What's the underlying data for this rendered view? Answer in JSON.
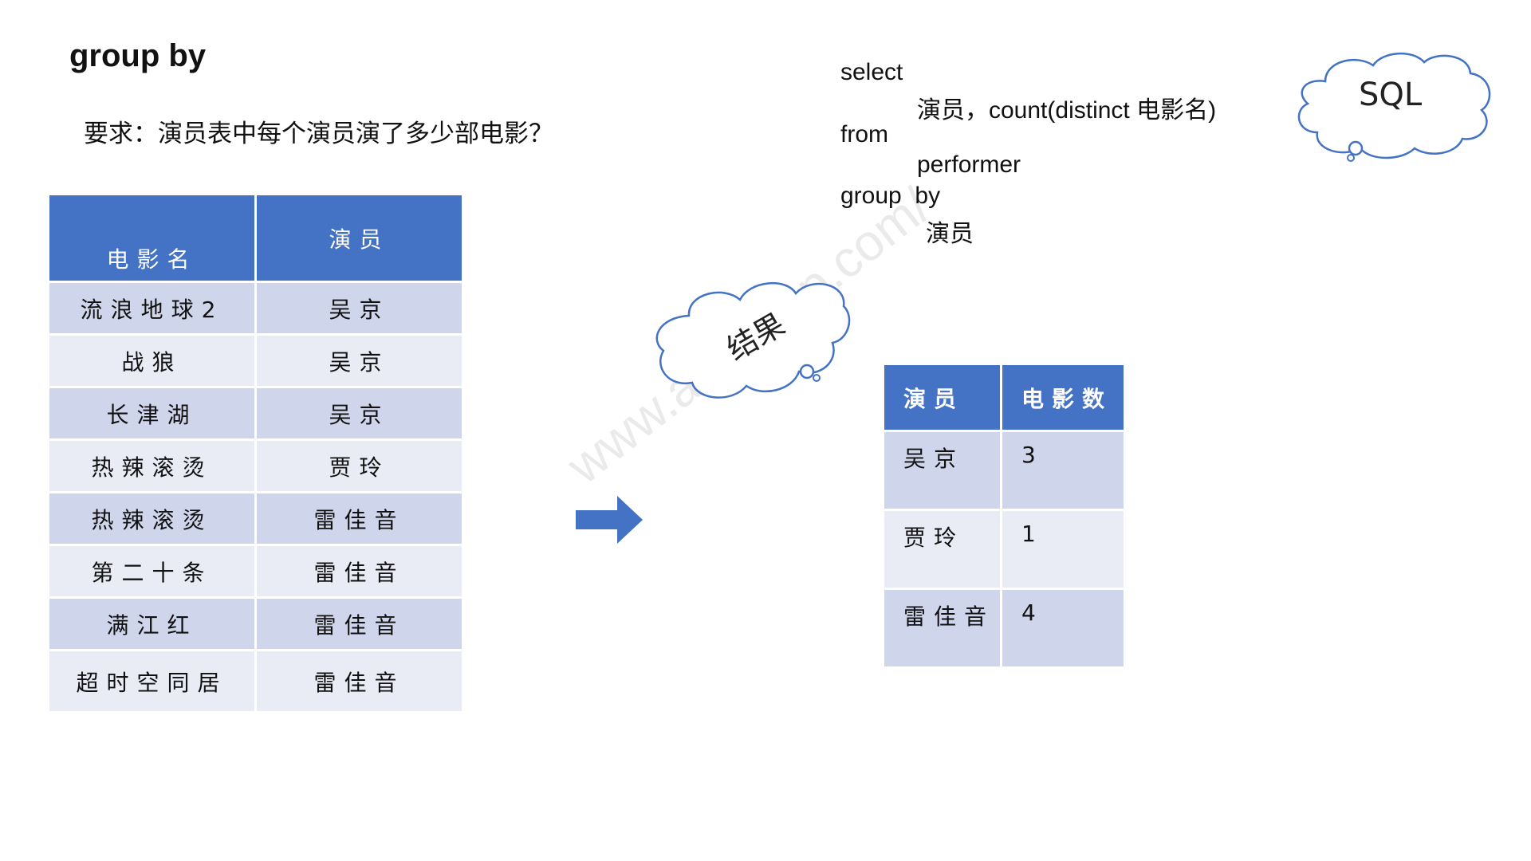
{
  "title": "group by",
  "requirement": "要求：演员表中每个演员演了多少部电影？",
  "source_table": {
    "headers": [
      "电影名",
      "演员"
    ],
    "rows": [
      [
        "流浪地球2",
        "吴京"
      ],
      [
        "战狼",
        "吴京"
      ],
      [
        "长津湖",
        "吴京"
      ],
      [
        "热辣滚烫",
        "贾玲"
      ],
      [
        "热辣滚烫",
        "雷佳音"
      ],
      [
        "第二十条",
        "雷佳音"
      ],
      [
        "满江红",
        "雷佳音"
      ],
      [
        "超时空同居",
        "雷佳音"
      ]
    ]
  },
  "sql": {
    "line1": "select",
    "line2": "演员，count(distinct 电影名)",
    "line3": "from",
    "line4": "performer",
    "line5": "group  by",
    "line6": "演员"
  },
  "sql_cloud_label": "SQL",
  "result_cloud_label": "结果",
  "result_table": {
    "headers": [
      "演员",
      "电影数"
    ],
    "rows": [
      [
        "吴京",
        "3"
      ],
      [
        "贾玲",
        "1"
      ],
      [
        "雷佳音",
        "4"
      ]
    ]
  },
  "watermark": "www.atbigapp.com/",
  "colors": {
    "header_blue": "#4472c4",
    "row_dark": "#cfd5ea",
    "row_light": "#e9ebf5",
    "cloud_stroke": "#4472c4"
  }
}
